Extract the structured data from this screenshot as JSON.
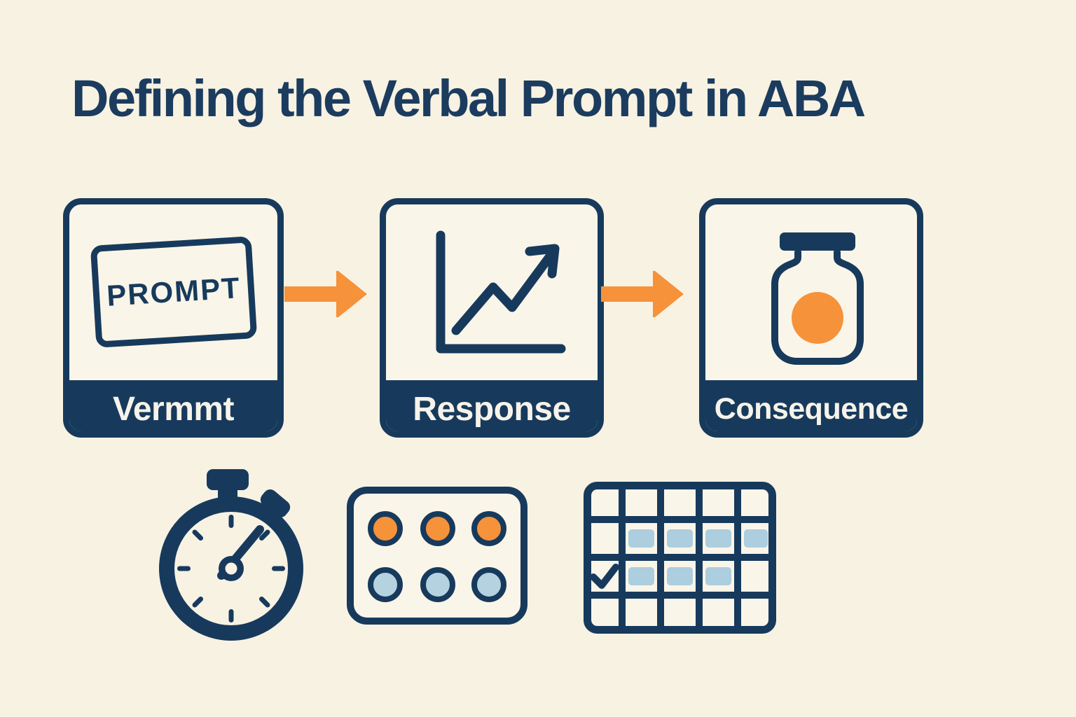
{
  "title": "Defining the Verbal Prompt in ABA",
  "flow": {
    "cards": [
      {
        "card_text": "PROMPT",
        "label": "Vermmt",
        "icon": "prompt-card-icon"
      },
      {
        "label": "Response",
        "icon": "line-chart-icon"
      },
      {
        "label": "Consequence",
        "icon": "reward-jar-icon"
      }
    ],
    "arrow_icon": "right-arrow-icon"
  },
  "bottom_row": {
    "icons": [
      "stopwatch-icon",
      "token-board-icon",
      "calendar-grid-icon"
    ],
    "token_board": {
      "top_row_count": 3,
      "bottom_row_count": 3
    },
    "calendar_grid": {
      "columns": 5,
      "rows": 4,
      "filled_cells_row2": 4,
      "filled_cells_row3": 3,
      "checked_cell": "row3-col1"
    }
  },
  "colors": {
    "background": "#F8F2E3",
    "panel_fill": "#FAF5E9",
    "navy": "#173A5C",
    "orange": "#F6923A",
    "light_blue": "#B4D2E0",
    "label_text": "#F7F3EA"
  }
}
